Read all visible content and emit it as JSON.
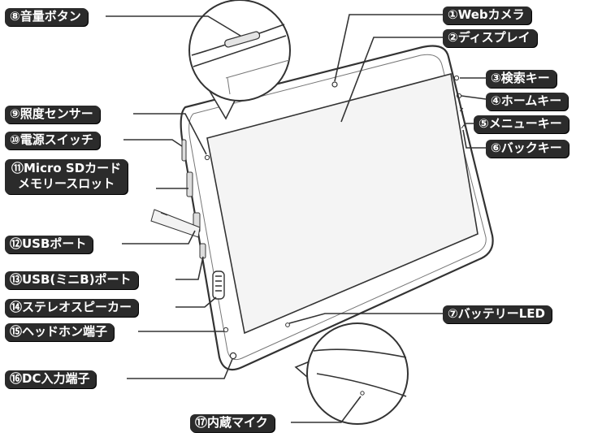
{
  "labels": {
    "webcam": "①Webカメラ",
    "display": "②ディスプレイ",
    "search_key": "③検索キー",
    "home_key": "④ホームキー",
    "menu_key": "⑤メニューキー",
    "back_key": "⑥バックキー",
    "battery_led": "⑦バッテリーLED",
    "volume_button": "⑧音量ボタン",
    "light_sensor": "⑨照度センサー",
    "power_switch": "⑩電源スイッチ",
    "microsd_line1": "⑪Micro SDカード",
    "microsd_line2": "メモリースロット",
    "usb_port": "⑫USBポート",
    "usb_mini_port": "⑬USB(ミニB)ポート",
    "stereo_speaker": "⑭ステレオスピーカー",
    "headphone_jack": "⑮ヘッドホン端子",
    "dc_input": "⑯DC入力端子",
    "microphone": "⑰内蔵マイク"
  },
  "colors": {
    "label_bg": "#2b2b2b",
    "label_text": "#ffffff",
    "device_outline": "#333333",
    "screen_fill": "#f4f4f4"
  }
}
